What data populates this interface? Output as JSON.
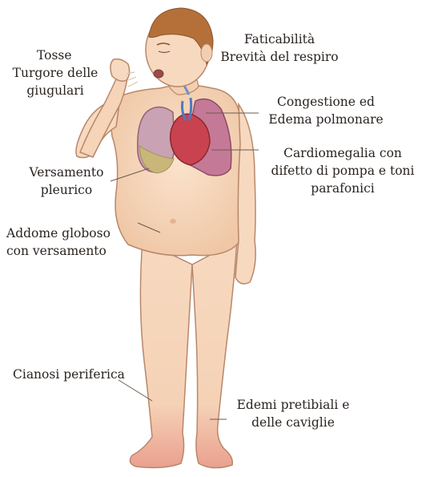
{
  "labels": {
    "tosse": "Tosse",
    "turgore_1": "Turgore delle",
    "turgore_2": "giugulari",
    "faticabilita": "Faticabilità",
    "brevita": "Brevità del respiro",
    "congestione_1": "Congestione ed",
    "congestione_2": "Edema polmonare",
    "cardiomegalia_1": "Cardiomegalia con",
    "cardiomegalia_2": "difetto di pompa e toni",
    "cardiomegalia_3": "parafonici",
    "versamento_1": "Versamento",
    "versamento_2": "pleurico",
    "addome_1": "Addome globoso",
    "addome_2": "con versamento",
    "cianosi": "Cianosi periferica",
    "edemi_1": "Edemi pretibiali e",
    "edemi_2": "delle caviglie"
  },
  "colors": {
    "skin": "#f7d9bf",
    "skin_shade": "#e9bd9b",
    "outline": "#b8876a",
    "hair": "#b5703a",
    "lung": "#c47a96",
    "heart": "#c8434f",
    "pleural_effusion": "#c9b77a",
    "cyanosis_edema": "#e49a8a"
  }
}
